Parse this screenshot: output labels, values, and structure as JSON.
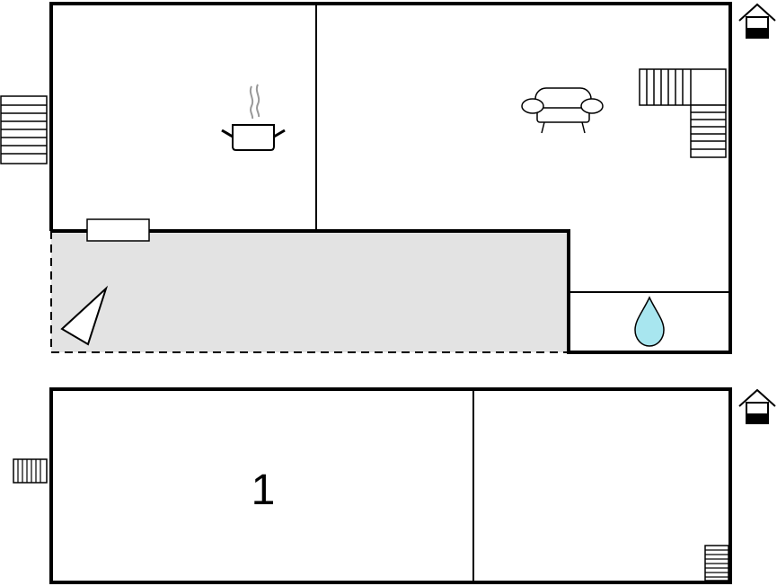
{
  "floors": [
    {
      "id": "upper",
      "rooms": [
        {
          "id": "kitchen",
          "icon": "cooking-pot-icon"
        },
        {
          "id": "living-room",
          "icon": "sofa-icon"
        },
        {
          "id": "terrace"
        },
        {
          "id": "bathroom",
          "icon": "water-drop-icon"
        }
      ],
      "entrance_icon": "house-entrance-icon"
    },
    {
      "id": "lower",
      "rooms": [
        {
          "id": "bedroom",
          "label": "1"
        },
        {
          "id": "room-2"
        }
      ],
      "entrance_icon": "house-entrance-icon"
    }
  ],
  "colors": {
    "wall": "#000000",
    "terrace_fill": "#e3e3e3",
    "water_drop": "#a8e6ef",
    "background": "#ffffff"
  }
}
